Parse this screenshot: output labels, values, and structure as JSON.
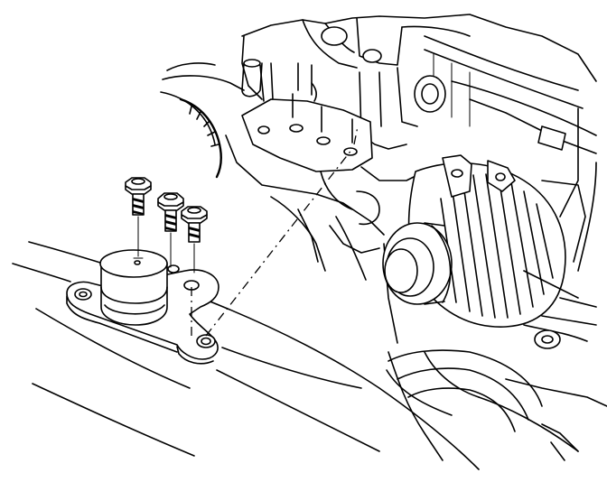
{
  "figure": {
    "kind": "line-art exploded view",
    "background": "#ffffff",
    "ink": "#000000",
    "caption": ""
  },
  "parts": [
    {
      "id": "engine-block",
      "label": ""
    },
    {
      "id": "generator",
      "label": ""
    },
    {
      "id": "mount-bracket",
      "label": ""
    },
    {
      "id": "mount-bolts",
      "label": "",
      "count": 3
    },
    {
      "id": "insulator",
      "label": ""
    },
    {
      "id": "frame-rail",
      "label": ""
    }
  ]
}
